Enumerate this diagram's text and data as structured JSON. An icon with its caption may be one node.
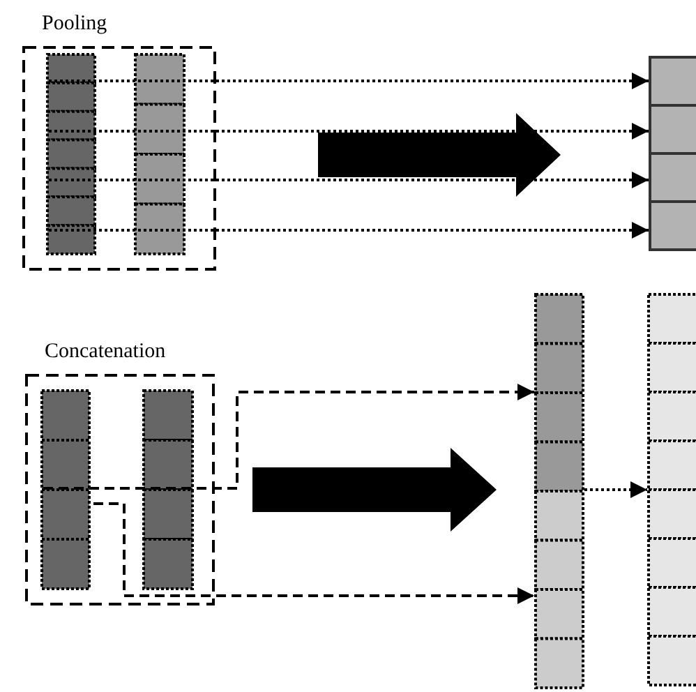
{
  "diagram": {
    "nodes": [
      {
        "text": [
          "Pooling"
        ]
      },
      {
        "text": [],
        "shape": "bar",
        "in": 0
      },
      {
        "text": [],
        "shape": "bar",
        "in": 0
      },
      {
        "text": [],
        "shape": "bar"
      },
      {
        "text": [
          "Concatenation"
        ]
      },
      {
        "text": [],
        "shape": "bar",
        "in": 4
      },
      {
        "text": [],
        "shape": "bar",
        "in": 4
      },
      {
        "text": [],
        "shape": "bar"
      },
      {
        "text": [],
        "shape": "bar"
      }
    ],
    "edges": [
      {
        "from": 1,
        "to": 3,
        "arrow": "to",
        "style": "dashed"
      },
      {
        "from": 1,
        "to": 3,
        "arrow": "to",
        "style": "dashed"
      },
      {
        "from": 1,
        "to": 3,
        "arrow": "to",
        "style": "dashed"
      },
      {
        "from": 1,
        "to": 3,
        "arrow": "to",
        "style": "dashed"
      },
      {
        "from": 2,
        "to": 3,
        "arrow": "to",
        "style": "dashed"
      },
      {
        "from": 2,
        "to": 3,
        "arrow": "to",
        "style": "dashed"
      },
      {
        "from": 2,
        "to": 3,
        "arrow": "to",
        "style": "dashed"
      },
      {
        "from": 2,
        "to": 3,
        "arrow": "to",
        "style": "dashed"
      },
      {
        "from": 0,
        "to": 3,
        "arrow": "to",
        "style": "thick"
      },
      {
        "from": 5,
        "to": 7,
        "arrow": "to",
        "style": "dashed"
      },
      {
        "from": 6,
        "to": 7,
        "arrow": "to",
        "style": "dashed"
      },
      {
        "from": 5,
        "to": 7,
        "arrow": "to",
        "style": "dashed"
      },
      {
        "from": 4,
        "to": 7,
        "arrow": "to",
        "style": "thick"
      },
      {
        "from": 7,
        "to": 8,
        "arrow": "to",
        "style": "dashed"
      }
    ]
  }
}
